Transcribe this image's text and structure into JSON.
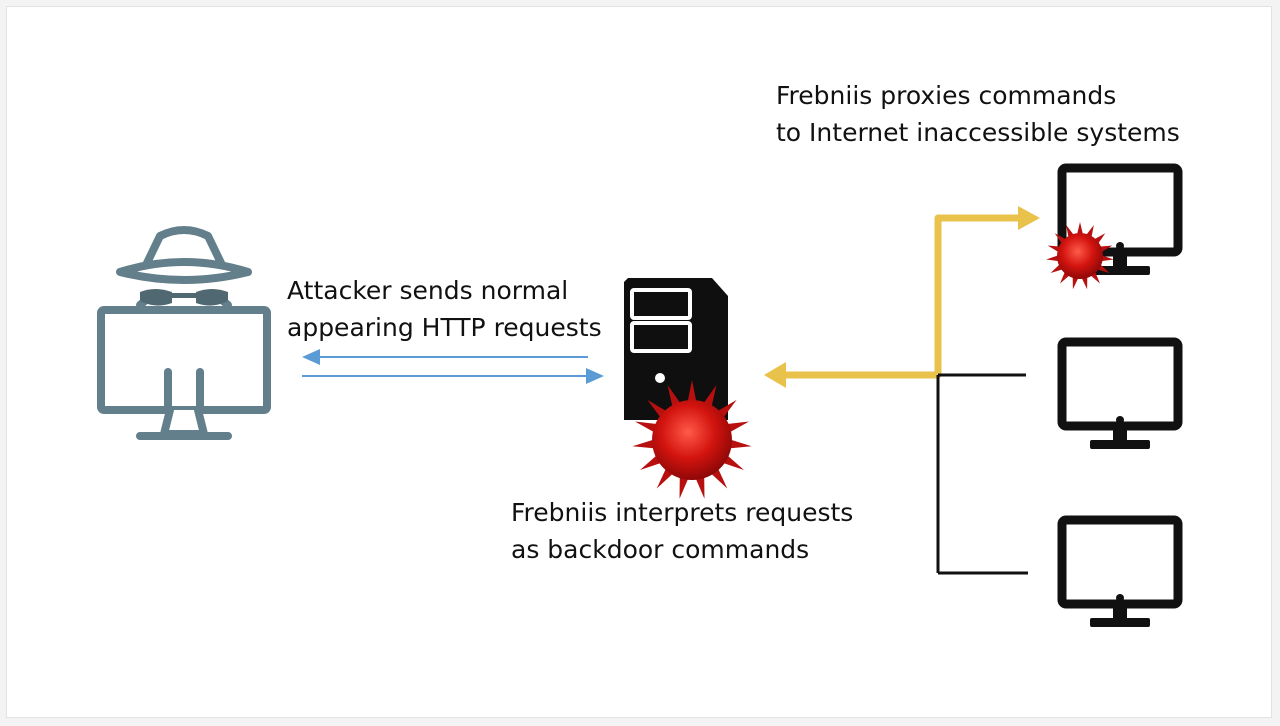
{
  "labels": {
    "attacker": [
      "Attacker sends normal",
      "appearing HTTP requests"
    ],
    "interprets": [
      "Frebniis interprets requests",
      "as backdoor commands"
    ],
    "proxies": [
      "Frebniis proxies commands",
      "to Internet inaccessible systems"
    ]
  },
  "icons": {
    "attacker": "spy-hacker-monitor-icon",
    "server": "server-tower-icon",
    "malware": "virus-icon",
    "internal_computers": [
      "monitor-icon",
      "monitor-icon",
      "monitor-icon"
    ]
  },
  "colors": {
    "attacker_icon": "#637f8b",
    "http_arrow": "#5b9bd5",
    "proxy_path": "#e8c24a",
    "malware": "#cc1414",
    "device": "#111111"
  }
}
